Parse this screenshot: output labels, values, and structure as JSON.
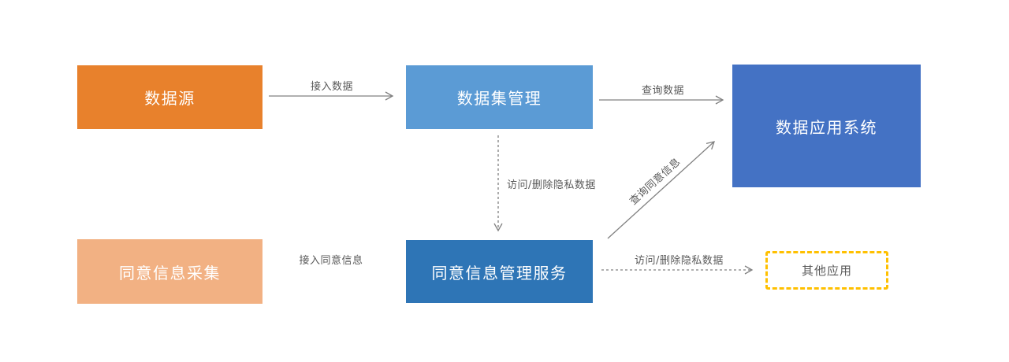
{
  "diagram": {
    "nodes": {
      "data_source": {
        "label": "数据源",
        "fill": "#E8812C",
        "text_color": "#FFFFFF"
      },
      "dataset_mgmt": {
        "label": "数据集管理",
        "fill": "#5B9BD5",
        "text_color": "#FFFFFF"
      },
      "data_app_system": {
        "label": "数据应用系统",
        "fill": "#4472C4",
        "text_color": "#FFFFFF"
      },
      "consent_collection": {
        "label": "同意信息采集",
        "fill": "#F2B183",
        "text_color": "#FFFFFF"
      },
      "consent_mgmt_service": {
        "label": "同意信息管理服务",
        "fill": "#2E75B6",
        "text_color": "#FFFFFF"
      },
      "other_apps": {
        "label": "其他应用",
        "border_color": "#FFC000",
        "border_style": "dashed",
        "text_color": "#595959"
      }
    },
    "edges": {
      "access_data": {
        "label": "接入数据",
        "style": "solid"
      },
      "query_data": {
        "label": "查询数据",
        "style": "solid"
      },
      "access_delete_private_mid": {
        "label": "访问/删除隐私数据",
        "style": "dashed"
      },
      "query_consent": {
        "label": "查询同意信息",
        "style": "solid"
      },
      "access_consent": {
        "label": "接入同意信息",
        "style": "solid"
      },
      "access_delete_private_right": {
        "label": "访问/删除隐私数据",
        "style": "dashed"
      }
    },
    "palette": {
      "arrow_color": "#808080",
      "edge_label_color": "#595959",
      "background": "#FFFFFF"
    }
  }
}
